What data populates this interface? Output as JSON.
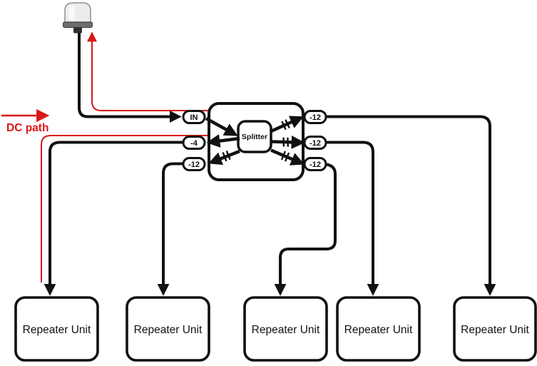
{
  "colors": {
    "ink": "#111111",
    "dc_red": "#d91818",
    "white": "#ffffff"
  },
  "dc_legend": {
    "label": "DC path"
  },
  "antenna": {
    "icon": "dome-antenna"
  },
  "splitter": {
    "label": "Splitter",
    "ports": {
      "in": "IN",
      "out_minus4": "-4",
      "out_left_minus12": "-12",
      "out_right_top": "-12",
      "out_right_mid": "-12",
      "out_right_bottom": "-12"
    }
  },
  "repeaters": {
    "items": [
      "Repeater Unit",
      "Repeater Unit",
      "Repeater Unit",
      "Repeater Unit",
      "Repeater Unit"
    ]
  }
}
